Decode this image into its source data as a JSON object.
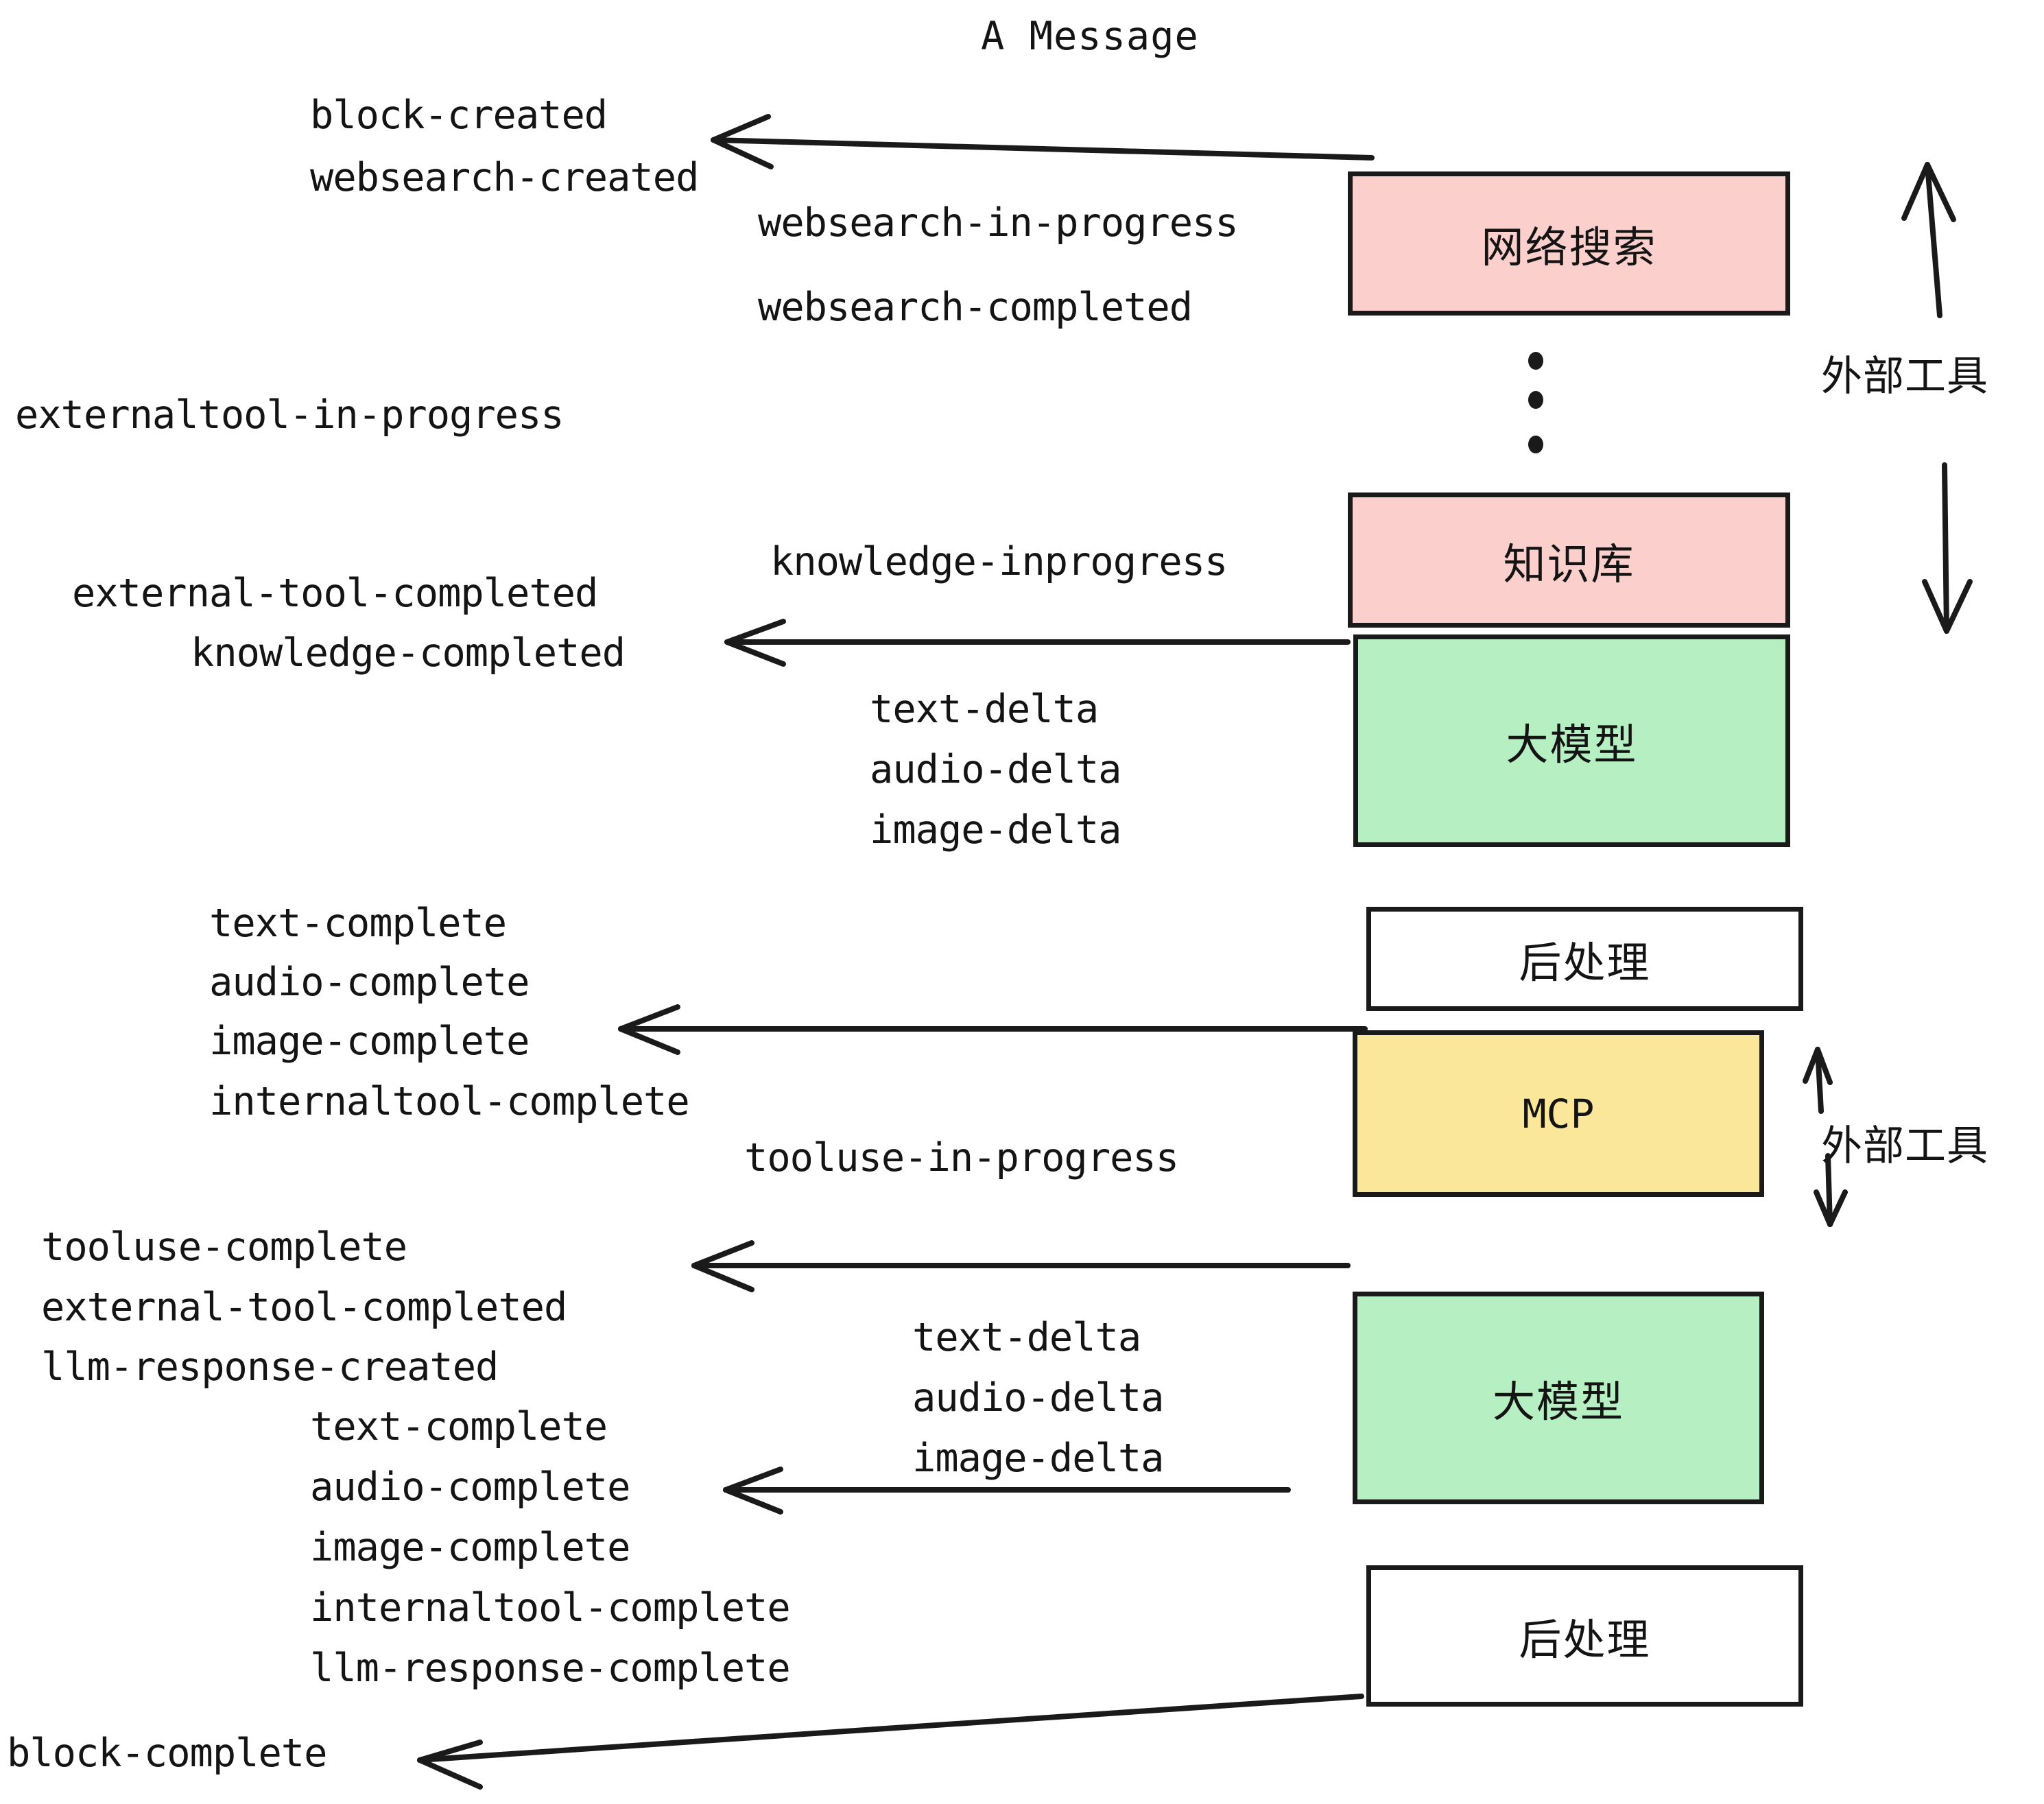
{
  "title": "A Message",
  "colors": {
    "pink": "#fbcfcb",
    "green": "#b5efc2",
    "yellow": "#fae79a",
    "white": "#ffffff",
    "stroke": "#1a1a1a",
    "text": "#141414"
  },
  "nodes": [
    {
      "id": "websearch",
      "label": "网络搜索",
      "fill": "#fbcfcb"
    },
    {
      "id": "knowledge",
      "label": "知识库",
      "fill": "#fbcfcb"
    },
    {
      "id": "llm1",
      "label": "大模型",
      "fill": "#b5efc2"
    },
    {
      "id": "post1",
      "label": "后处理",
      "fill": "#ffffff"
    },
    {
      "id": "mcp",
      "label": "MCP",
      "fill": "#fae79a"
    },
    {
      "id": "llm2",
      "label": "大模型",
      "fill": "#b5efc2"
    },
    {
      "id": "post2",
      "label": "后处理",
      "fill": "#ffffff"
    }
  ],
  "group_labels": [
    {
      "id": "external-tool-top",
      "label": "外部工具"
    },
    {
      "id": "external-tool-bottom",
      "label": "外部工具"
    }
  ],
  "events": [
    {
      "id": "block-created",
      "label": "block-created"
    },
    {
      "id": "websearch-created",
      "label": "websearch-created"
    },
    {
      "id": "websearch-in-progress",
      "label": "websearch-in-progress"
    },
    {
      "id": "websearch-completed",
      "label": "websearch-completed"
    },
    {
      "id": "externaltool-in-progress",
      "label": "externaltool-in-progress"
    },
    {
      "id": "knowledge-inprogress",
      "label": "knowledge-inprogress"
    },
    {
      "id": "external-tool-completed-1",
      "label": "external-tool-completed"
    },
    {
      "id": "knowledge-completed",
      "label": "knowledge-completed"
    },
    {
      "id": "text-delta-1",
      "label": "text-delta"
    },
    {
      "id": "audio-delta-1",
      "label": "audio-delta"
    },
    {
      "id": "image-delta-1",
      "label": "image-delta"
    },
    {
      "id": "text-complete-1",
      "label": "text-complete"
    },
    {
      "id": "audio-complete-1",
      "label": "audio-complete"
    },
    {
      "id": "image-complete-1",
      "label": "image-complete"
    },
    {
      "id": "internaltool-complete-1",
      "label": "internaltool-complete"
    },
    {
      "id": "tooluse-in-progress",
      "label": "tooluse-in-progress"
    },
    {
      "id": "tooluse-complete",
      "label": "tooluse-complete"
    },
    {
      "id": "external-tool-completed-2",
      "label": "external-tool-completed"
    },
    {
      "id": "llm-response-created",
      "label": "llm-response-created"
    },
    {
      "id": "text-delta-2",
      "label": "text-delta"
    },
    {
      "id": "audio-delta-2",
      "label": "audio-delta"
    },
    {
      "id": "image-delta-2",
      "label": "image-delta"
    },
    {
      "id": "text-complete-2",
      "label": "text-complete"
    },
    {
      "id": "audio-complete-2",
      "label": "audio-complete"
    },
    {
      "id": "image-complete-2",
      "label": "image-complete"
    },
    {
      "id": "internaltool-complete-2",
      "label": "internaltool-complete"
    },
    {
      "id": "llm-response-complete",
      "label": "llm-response-complete"
    },
    {
      "id": "block-complete",
      "label": "block-complete"
    }
  ]
}
